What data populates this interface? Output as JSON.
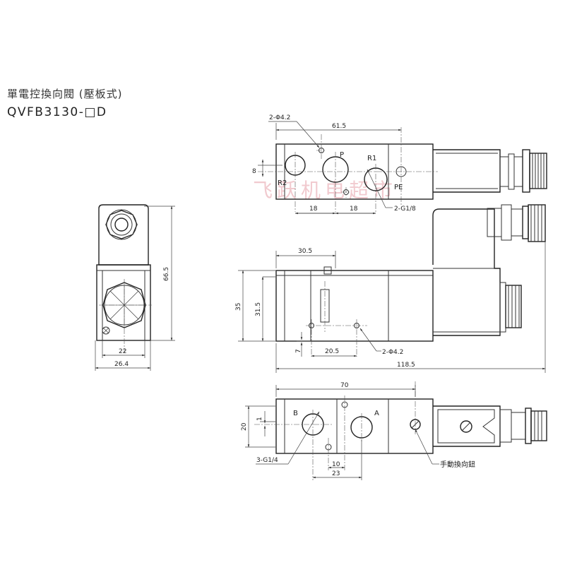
{
  "title": {
    "name_cn": "單電控換向閥 (壓板式)",
    "model": "QVFB3130-□D"
  },
  "watermark": "飞跃机电超市",
  "top_view": {
    "hole_label": "2-Φ4.2",
    "width_dim": "61.5",
    "port_p": "P",
    "port_r1": "R1",
    "port_r2": "R2",
    "port_pe": "PE",
    "offset_dim": "8",
    "spacing_left": "18",
    "spacing_right": "18",
    "thread_label": "2-G1/8"
  },
  "end_view": {
    "height_dim": "66.5",
    "inner_width_dim": "22",
    "outer_width_dim": "26.4"
  },
  "front_view": {
    "top_dim": "30.5",
    "height_dim": "35",
    "inner_height_dim": "31.5",
    "bottom_offset_dim": "7",
    "hole_spacing_dim": "20.5",
    "hole_label": "2-Φ4.2",
    "overall_length_dim": "118.5"
  },
  "bottom_view": {
    "length_dim": "70",
    "height_dim": "20",
    "offset_dim": "1",
    "port_a": "A",
    "port_b": "B",
    "thread_label": "3-G1/4",
    "spacing_small": "10",
    "spacing_large": "23",
    "manual_override_label": "手動換向鈕"
  }
}
